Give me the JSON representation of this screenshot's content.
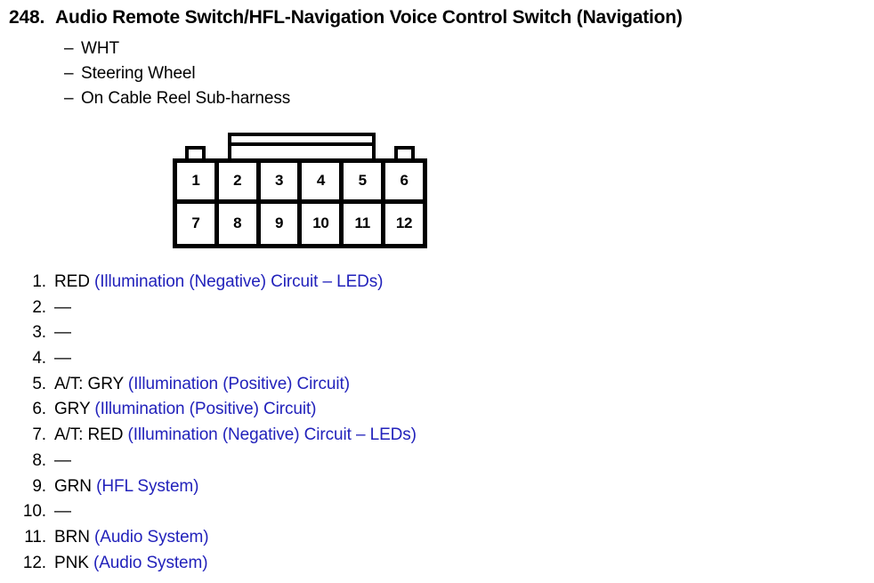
{
  "header": {
    "number": "248.",
    "title": "Audio Remote Switch/HFL-Navigation Voice Control Switch (Navigation)",
    "dash": "–",
    "sublines": [
      "WHT",
      "Steering Wheel",
      "On Cable Reel Sub-harness"
    ]
  },
  "connector": {
    "rows": [
      [
        "1",
        "2",
        "3",
        "4",
        "5",
        "6"
      ],
      [
        "7",
        "8",
        "9",
        "10",
        "11",
        "12"
      ]
    ]
  },
  "pins": [
    {
      "num": "1.",
      "code": "RED",
      "desc": "(Illumination (Negative) Circuit – LEDs)"
    },
    {
      "num": "2.",
      "code": "—",
      "desc": ""
    },
    {
      "num": "3.",
      "code": "—",
      "desc": ""
    },
    {
      "num": "4.",
      "code": "—",
      "desc": ""
    },
    {
      "num": "5.",
      "code": "A/T: GRY",
      "desc": "(Illumination (Positive) Circuit)"
    },
    {
      "num": "6.",
      "code": "GRY",
      "desc": "(Illumination (Positive) Circuit)"
    },
    {
      "num": "7.",
      "code": "A/T: RED",
      "desc": "(Illumination (Negative) Circuit – LEDs)"
    },
    {
      "num": "8.",
      "code": "—",
      "desc": ""
    },
    {
      "num": "9.",
      "code": "GRN",
      "desc": "(HFL System)"
    },
    {
      "num": "10.",
      "code": "—",
      "desc": ""
    },
    {
      "num": "11.",
      "code": "BRN",
      "desc": "(Audio System)"
    },
    {
      "num": "12.",
      "code": "PNK",
      "desc": "(Audio System)"
    }
  ],
  "colors": {
    "description_blue": "#2222bb",
    "text_black": "#000000",
    "background": "#ffffff"
  }
}
